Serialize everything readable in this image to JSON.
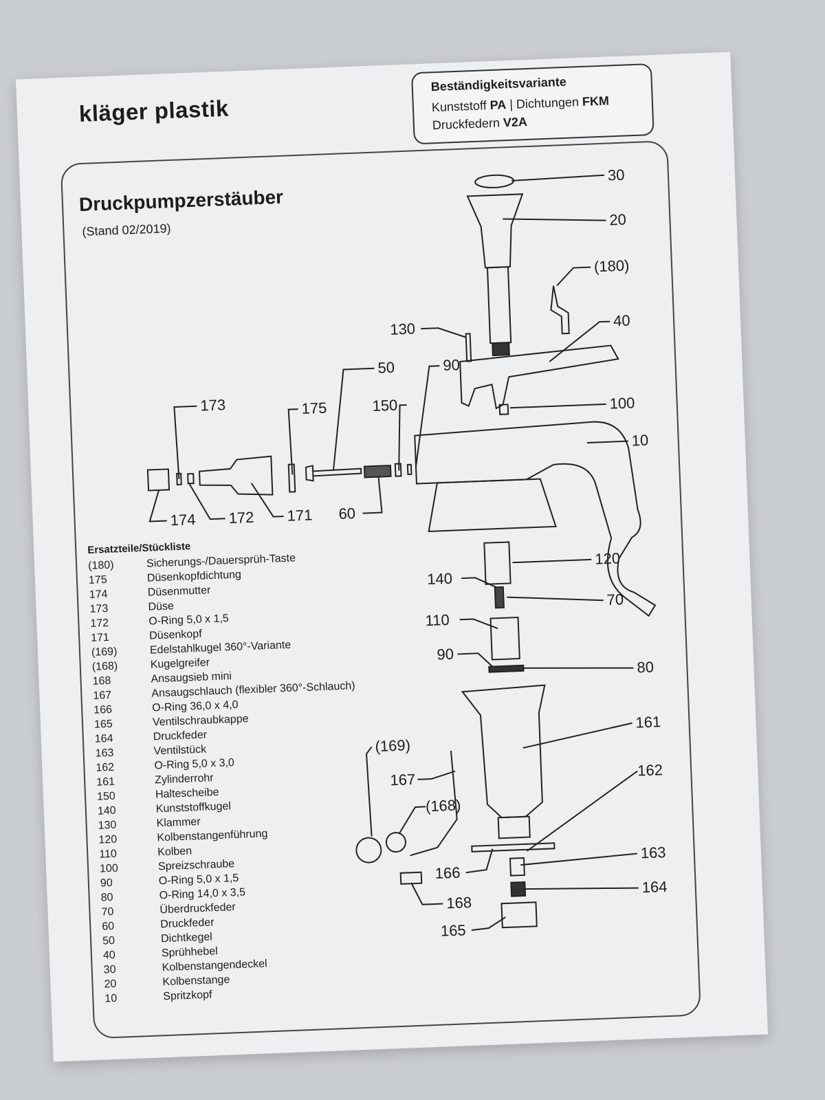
{
  "brand": "kläger plastik",
  "variant": {
    "title": "Beständigkeitsvariante",
    "line1_prefix": "Kunststoff ",
    "line1_bold": "PA",
    "line1_mid": " | Dichtungen ",
    "line1_bold2": "FKM",
    "line2_prefix": "Druckfedern ",
    "line2_bold": "V2A"
  },
  "title": "Druckpumpzerstäuber",
  "subtitle": "(Stand 02/2019)",
  "diagram_labels": {
    "l30": "30",
    "l20": "20",
    "l180": "(180)",
    "l40": "40",
    "l130": "130",
    "l90a": "90",
    "l50": "50",
    "l100": "100",
    "l173": "173",
    "l175": "175",
    "l150": "150",
    "l10": "10",
    "l174": "174",
    "l172": "172",
    "l171": "171",
    "l60": "60",
    "l120": "120",
    "l140": "140",
    "l70": "70",
    "l110": "110",
    "l90b": "90",
    "l80": "80",
    "l161": "161",
    "l169": "(169)",
    "l167": "167",
    "l168b": "(168)",
    "l162": "162",
    "l166": "166",
    "l163": "163",
    "l168": "168",
    "l164": "164",
    "l165": "165"
  },
  "parts_heading": "Ersatzteile/Stückliste",
  "parts": [
    {
      "no": "(180)",
      "name": "Sicherungs-/Dauersprüh-Taste"
    },
    {
      "no": "175",
      "name": "Düsenkopfdichtung"
    },
    {
      "no": "174",
      "name": "Düsenmutter"
    },
    {
      "no": "173",
      "name": "Düse"
    },
    {
      "no": "172",
      "name": "O-Ring 5,0 x 1,5"
    },
    {
      "no": "171",
      "name": "Düsenkopf"
    },
    {
      "no": "(169)",
      "name": "Edelstahlkugel 360°-Variante"
    },
    {
      "no": "(168)",
      "name": "Kugelgreifer"
    },
    {
      "no": "168",
      "name": "Ansaugsieb mini"
    },
    {
      "no": "167",
      "name": "Ansaugschlauch (flexibler 360°-Schlauch)"
    },
    {
      "no": "166",
      "name": "O-Ring 36,0 x 4,0"
    },
    {
      "no": "165",
      "name": "Ventilschraubkappe"
    },
    {
      "no": "164",
      "name": "Druckfeder"
    },
    {
      "no": "163",
      "name": "Ventilstück"
    },
    {
      "no": "162",
      "name": "O-Ring 5,0 x 3,0"
    },
    {
      "no": "161",
      "name": "Zylinderrohr"
    },
    {
      "no": "150",
      "name": "Haltescheibe"
    },
    {
      "no": "140",
      "name": "Kunststoffkugel"
    },
    {
      "no": "130",
      "name": "Klammer"
    },
    {
      "no": "120",
      "name": "Kolbenstangenführung"
    },
    {
      "no": "110",
      "name": "Kolben"
    },
    {
      "no": "100",
      "name": "Spreizschraube"
    },
    {
      "no": "90",
      "name": "O-Ring 5,0 x 1,5"
    },
    {
      "no": "80",
      "name": "O-Ring 14,0 x 3,5"
    },
    {
      "no": "70",
      "name": "Überdruckfeder"
    },
    {
      "no": "60",
      "name": "Druckfeder"
    },
    {
      "no": "50",
      "name": "Dichtkegel"
    },
    {
      "no": "40",
      "name": "Sprühhebel"
    },
    {
      "no": "30",
      "name": "Kolbenstangendeckel"
    },
    {
      "no": "20",
      "name": "Kolbenstange"
    },
    {
      "no": "10",
      "name": "Spritzkopf"
    }
  ]
}
